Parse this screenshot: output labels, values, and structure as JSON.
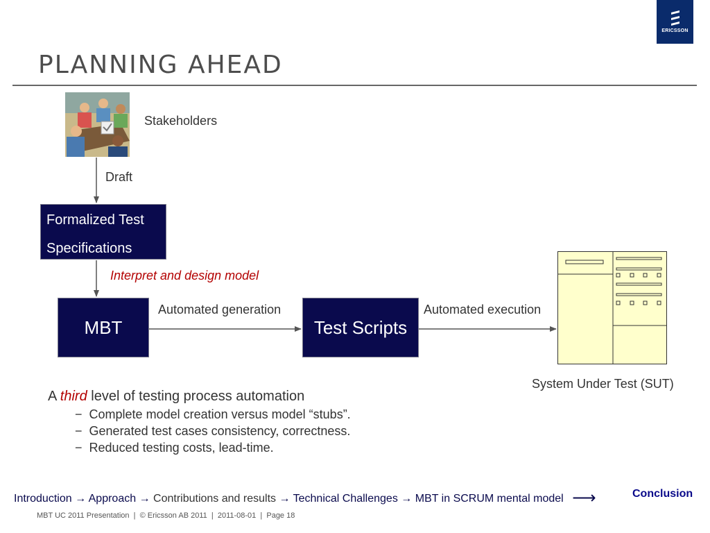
{
  "header": {
    "title": "Planning ahead",
    "logo_text": "ERICSSON",
    "brand_color": "#0a2b6b"
  },
  "diagram": {
    "stakeholders_label": "Stakeholders",
    "stakeholders_icon": "people-meeting-illustration",
    "draft_label": "Draft",
    "formalized_line1": "Formalized Test",
    "formalized_line2": "Specifications",
    "interpret_label": "Interpret and design model",
    "mbt_label": "MBT",
    "automated_generation_label": "Automated generation",
    "test_scripts_label": "Test Scripts",
    "automated_execution_label": "Automated execution",
    "sut_label": "System Under Test (SUT)",
    "box_color": "#0a0a4d",
    "sut_fill": "#ffffcc"
  },
  "bullets": {
    "main_prefix": "A ",
    "main_emphasis": "third",
    "main_suffix": " level of testing process automation",
    "dash": "−",
    "sub": [
      "Complete model creation versus model “stubs”.",
      "Generated test cases consistency, correctness.",
      "Reduced testing costs, lead-time."
    ]
  },
  "navigation": {
    "items": [
      "Introduction",
      "Approach",
      "Contributions and results",
      "Technical Challenges",
      "MBT in SCRUM mental model"
    ],
    "arrow": "→",
    "final_arrow": "⟶",
    "current": "Conclusion"
  },
  "footer": {
    "text": "MBT UC 2011 Presentation  |  © Ericsson AB 2011  |  2011-08-01  |  Page 18"
  }
}
